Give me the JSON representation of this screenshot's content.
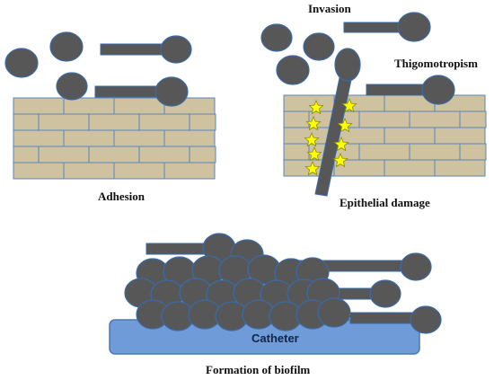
{
  "labels": {
    "adhesion": "Adhesion",
    "invasion": "Invasion",
    "thigmotropism": "Thigomotropism",
    "epithelial_damage": "Epithelial damage",
    "catheter": "Catheter",
    "biofilm": "Formation of biofilm"
  },
  "colors": {
    "cell_fill": "#575757",
    "cell_stroke": "#3a6aa8",
    "brick_fill": "#cfc2a0",
    "brick_stroke": "#5a86b8",
    "star_fill": "#ffff00",
    "star_stroke": "#8a8a00",
    "catheter_fill": "#6f9bd8",
    "catheter_stroke": "#4a78b6"
  }
}
